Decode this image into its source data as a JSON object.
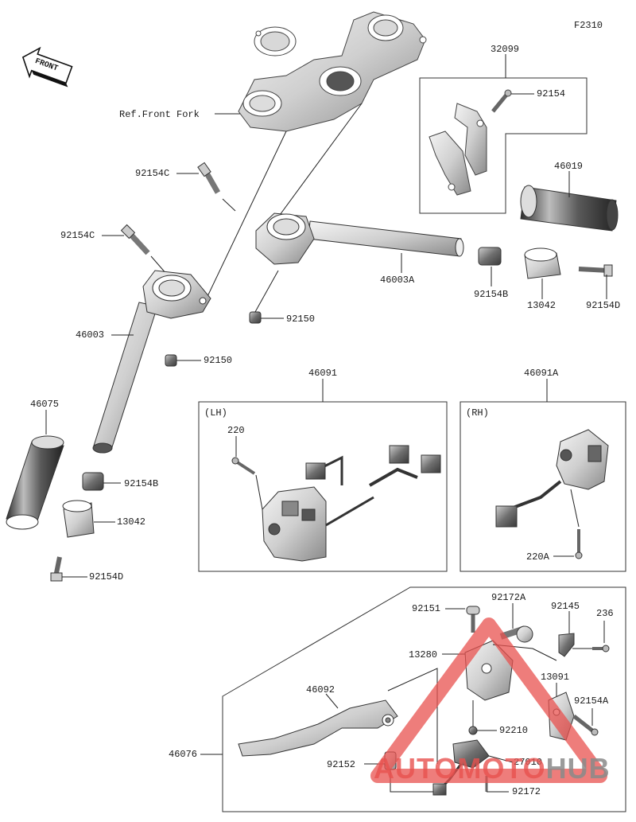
{
  "figure_code": "F2310",
  "direction": "FRONT",
  "ref_note": "Ref.Front Fork",
  "boxes": {
    "lh": "(LH)",
    "rh": "(RH)"
  },
  "parts": {
    "p32099": "32099",
    "p92154_a": "92154",
    "p46019": "46019",
    "p92154C_1": "92154C",
    "p92154C_2": "92154C",
    "p46003A": "46003A",
    "p92154B_1": "92154B",
    "p13042_1": "13042",
    "p92154D_1": "92154D",
    "p92150_1": "92150",
    "p46003": "46003",
    "p92150_2": "92150",
    "p46091": "46091",
    "p46091A": "46091A",
    "p46075": "46075",
    "p220": "220",
    "p92154B_2": "92154B",
    "p13042_2": "13042",
    "p92154D_2": "92154D",
    "p220A": "220A",
    "p92151": "92151",
    "p92172A": "92172A",
    "p92145": "92145",
    "p236": "236",
    "p13280": "13280",
    "p13091": "13091",
    "p92154A": "92154A",
    "p46092": "46092",
    "p92210": "92210",
    "p46076": "46076",
    "p92152": "92152",
    "p27010": "27010",
    "p92172": "92172"
  },
  "watermark": {
    "part1": "AUTOMOTO",
    "part2": "HUB",
    "color_red": "#e8524f",
    "color_gray": "#8a8a8a"
  }
}
